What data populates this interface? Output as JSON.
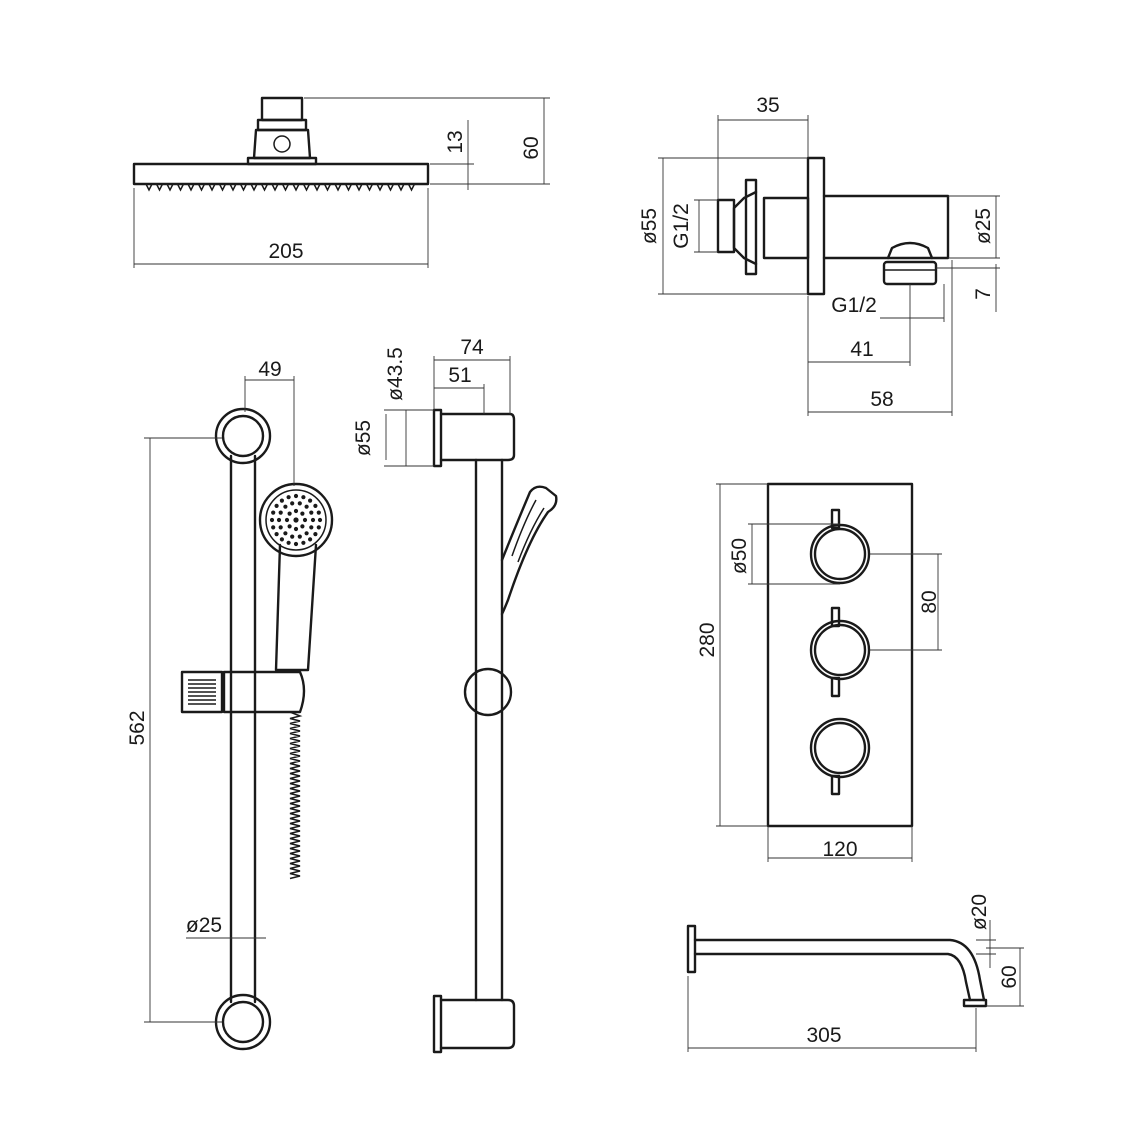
{
  "rain_head": {
    "dims": {
      "height_body": "13",
      "height_total": "60",
      "width": "205"
    }
  },
  "bath_spout_side": {
    "dims": {
      "depth": "35",
      "flange": "ø55",
      "inlet": "G1/2",
      "outlet_dia": "ø25",
      "outlet_thread": "G1/2",
      "outlet_height": "7",
      "outlet_offset": "41",
      "projection": "58"
    }
  },
  "riser_rail_front": {
    "dims": {
      "head_offset": "49",
      "length": "562",
      "rail_dia": "ø25"
    }
  },
  "riser_rail_side": {
    "dims": {
      "bracket_depth": "74",
      "bracket_inner": "51",
      "bracket_dia": "ø43.5",
      "flange": "ø55"
    }
  },
  "thermostatic_valve": {
    "dims": {
      "handle_dia": "ø50",
      "handle_spacing": "80",
      "height": "280",
      "width": "120"
    }
  },
  "bath_filler_spout": {
    "dims": {
      "pipe_dia": "ø20",
      "drop": "60",
      "projection": "305"
    }
  }
}
